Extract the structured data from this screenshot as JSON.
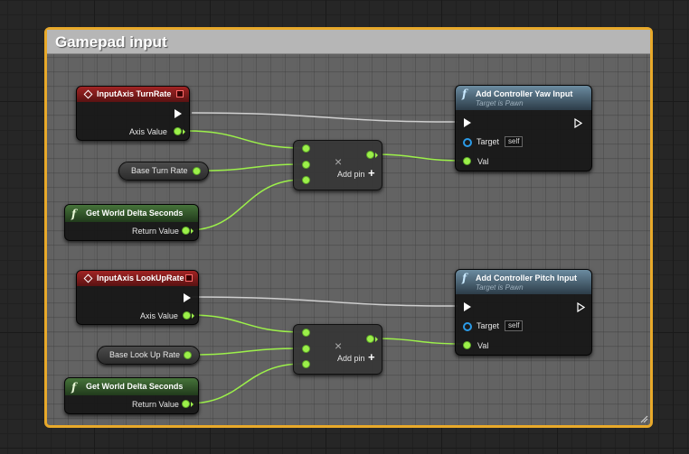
{
  "comment": {
    "title": "Gamepad input"
  },
  "colors": {
    "comment_border": "#e8a92a",
    "float_pin": "#9cf04a",
    "object_pin": "#2b9be8",
    "exec_wire": "#d8d8d8",
    "event_header": "#a12424",
    "function_header": "#6b8ba0",
    "pure_header": "#46733a"
  },
  "icons": {
    "event": "diamond-icon",
    "delegate": "delegate-square-icon",
    "function": "function-f-icon",
    "add_pin": "plus-icon",
    "multiply": "multiply-x-icon"
  },
  "turn": {
    "event": {
      "title": "InputAxis TurnRate",
      "axis_value": "Axis Value"
    },
    "base_rate": {
      "label": "Base Turn Rate"
    },
    "delta": {
      "title": "Get World Delta Seconds",
      "return_value": "Return Value"
    },
    "multiply": {
      "symbol": "×",
      "add_pin": "Add pin"
    },
    "controller": {
      "title": "Add Controller Yaw Input",
      "subtitle": "Target is Pawn",
      "target": "Target",
      "self": "self",
      "val": "Val"
    }
  },
  "lookup": {
    "event": {
      "title": "InputAxis LookUpRate",
      "axis_value": "Axis Value"
    },
    "base_rate": {
      "label": "Base Look Up Rate"
    },
    "delta": {
      "title": "Get World Delta Seconds",
      "return_value": "Return Value"
    },
    "multiply": {
      "symbol": "×",
      "add_pin": "Add pin"
    },
    "controller": {
      "title": "Add Controller Pitch Input",
      "subtitle": "Target is Pawn",
      "target": "Target",
      "self": "self",
      "val": "Val"
    }
  }
}
